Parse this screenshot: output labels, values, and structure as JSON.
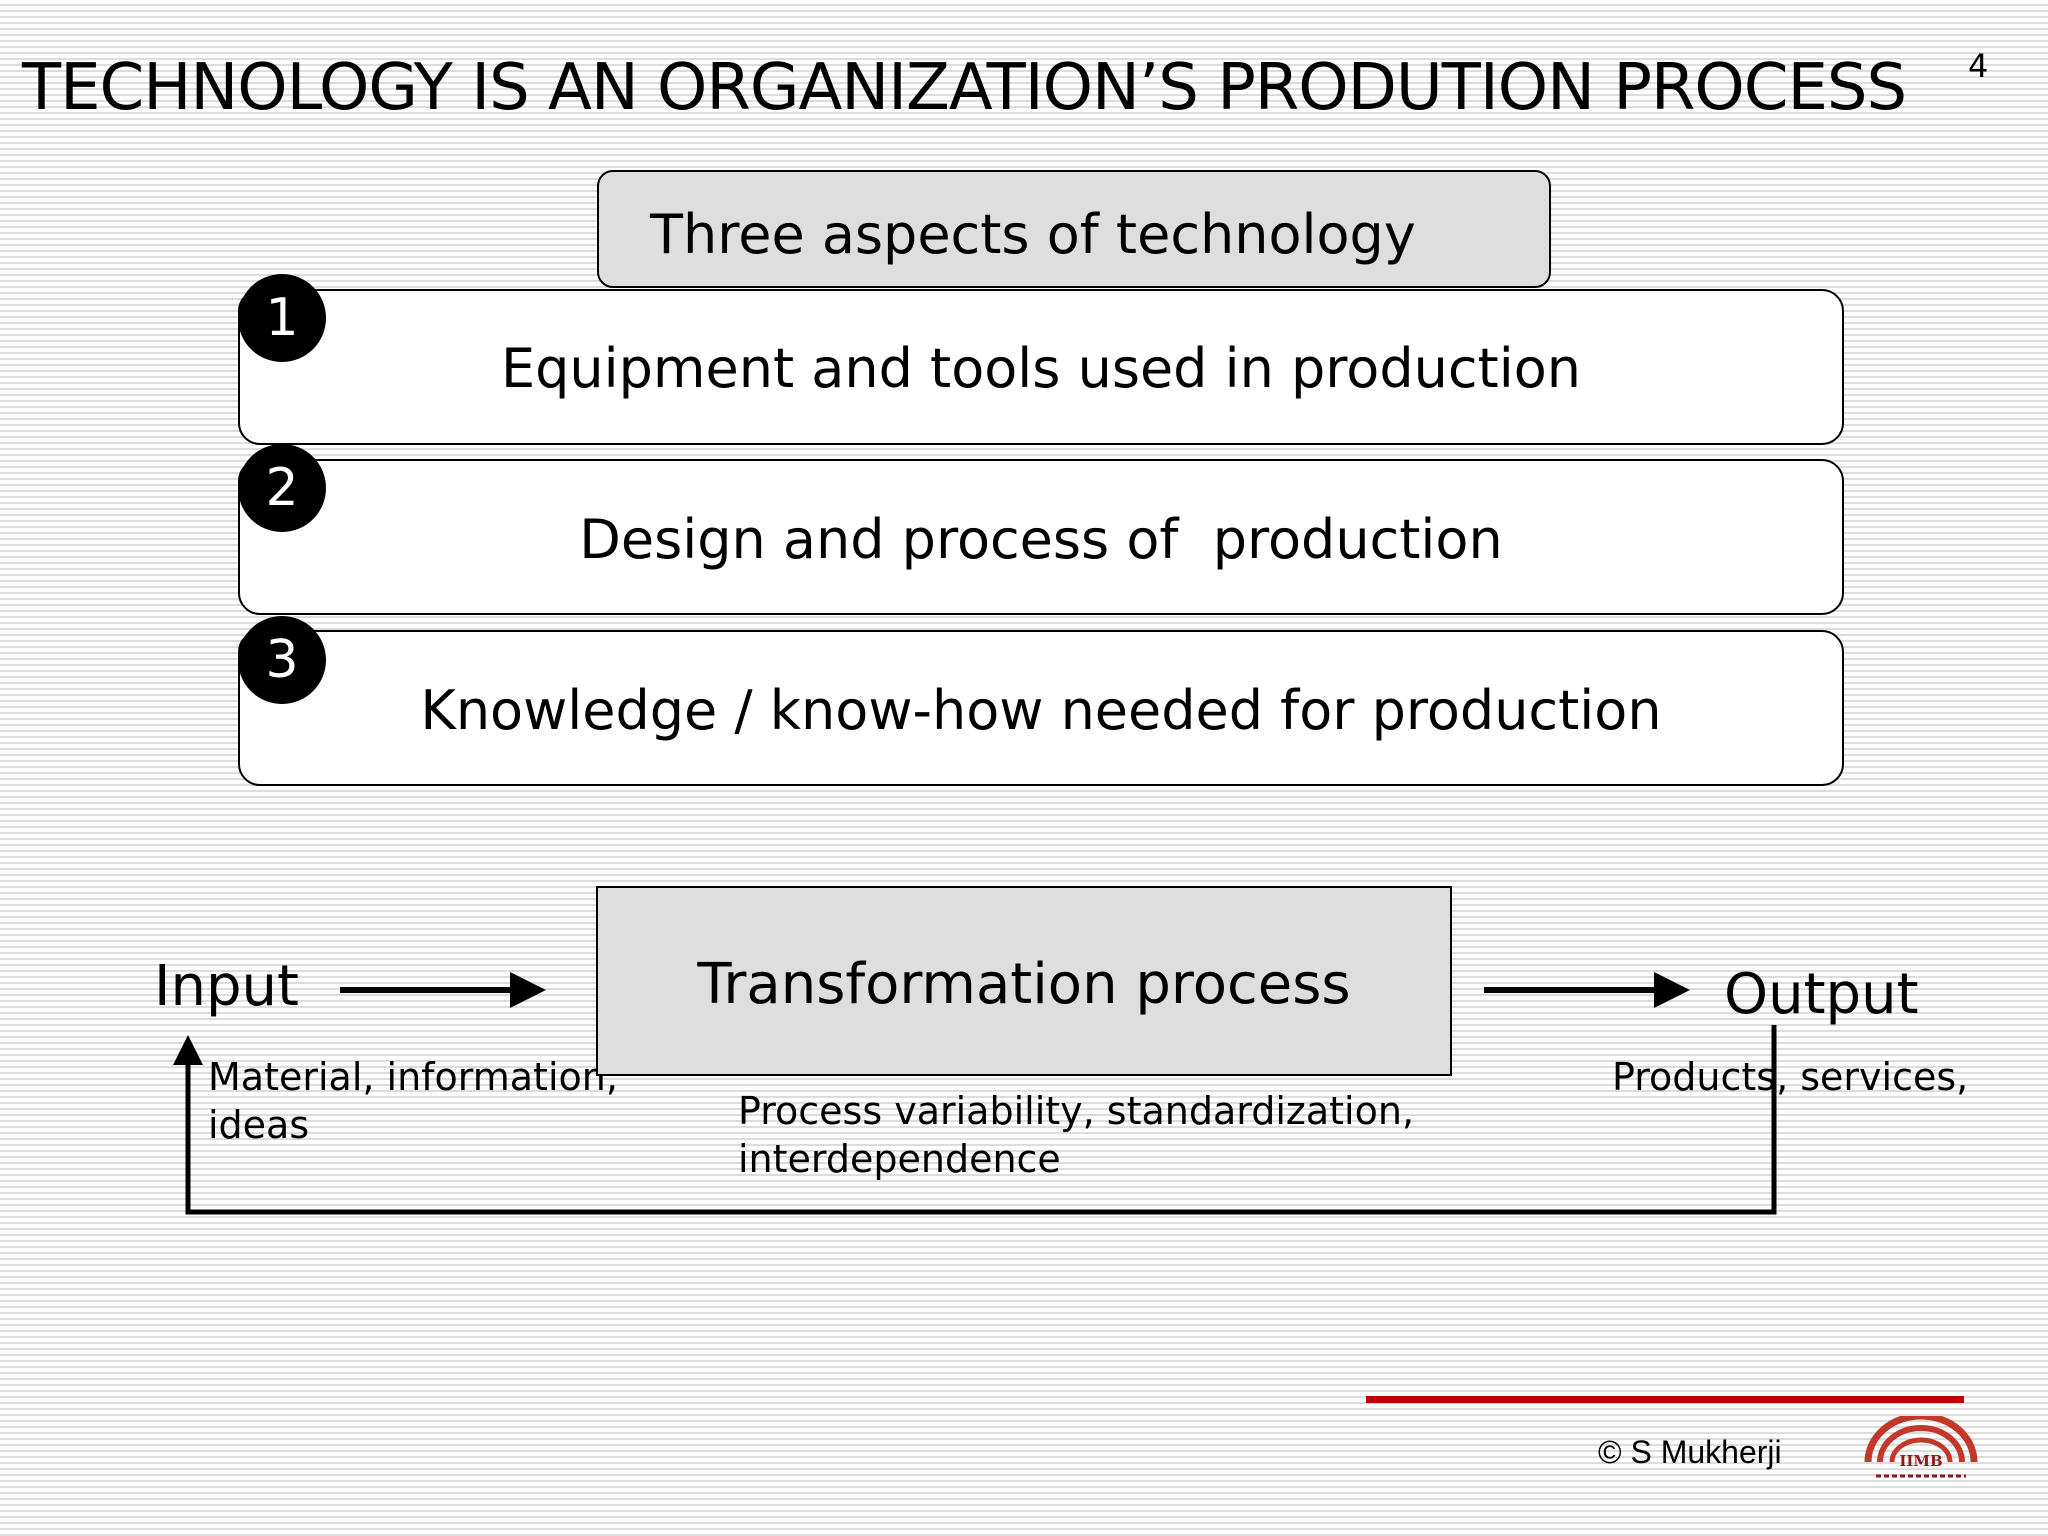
{
  "slide": {
    "title": "TECHNOLOGY IS AN ORGANIZATION’S PRODUTION PROCESS",
    "page_number": "4"
  },
  "aspects": {
    "header": "Three aspects of technology",
    "items": [
      {
        "number": "1",
        "label": "Equipment and tools used in production"
      },
      {
        "number": "2",
        "label": "Design and process of  production"
      },
      {
        "number": "3",
        "label": "Knowledge / know-how needed for production"
      }
    ]
  },
  "process": {
    "input_label": "Input",
    "input_note_line1": "Material, information,",
    "input_note_line2": "ideas",
    "transformation_label": "Transformation process",
    "transformation_note_line1": "Process variability, standardization,",
    "transformation_note_line2": "interdependence",
    "output_label": "Output",
    "output_note": "Products, services,"
  },
  "footer": {
    "copyright": "©  S Mukherji",
    "logo_text": "IIMB",
    "accent_color": "#c00000"
  }
}
